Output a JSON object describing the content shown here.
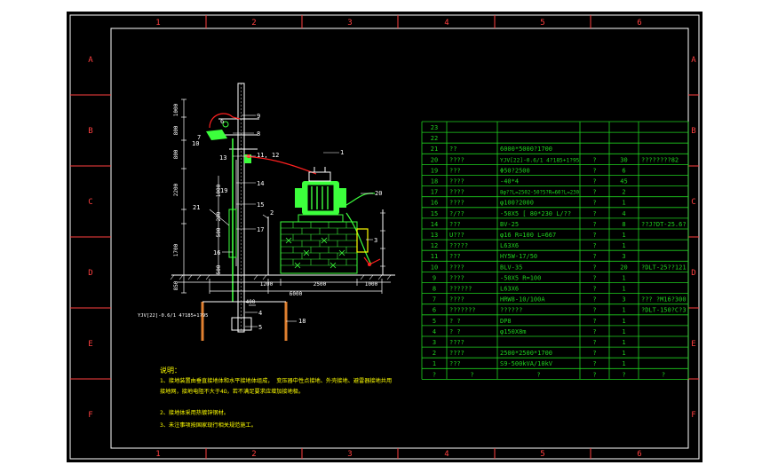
{
  "colors": {
    "background": "#000000",
    "frame": "#ffffff",
    "grid": "#ff4040",
    "table": "#1fd11f",
    "equipment": "#3cff3c",
    "ground_wire": "#ff2020",
    "notes": "#ffff00",
    "dimension": "#ffffff"
  },
  "border": {
    "columns": [
      "1",
      "2",
      "3",
      "4",
      "5",
      "6"
    ],
    "rows": [
      "A",
      "B",
      "C",
      "D",
      "E",
      "F"
    ]
  },
  "parts_table": {
    "rows": [
      {
        "no": "23",
        "name": "",
        "spec": "",
        "unit": "",
        "qty": "",
        "note": ""
      },
      {
        "no": "22",
        "name": "",
        "spec": "",
        "unit": "",
        "qty": "",
        "note": ""
      },
      {
        "no": "21",
        "name": "??",
        "spec": "6000*5000?1700",
        "unit": "",
        "qty": "",
        "note": ""
      },
      {
        "no": "20",
        "name": "????",
        "spec": "YJV[22]-0.6/1 4?185+1?95",
        "unit": "?",
        "qty": "30",
        "note": "????????82"
      },
      {
        "no": "19",
        "name": "???",
        "spec": "Φ50?2500",
        "unit": "?",
        "qty": "6",
        "note": ""
      },
      {
        "no": "18",
        "name": "????",
        "spec": "-40*4",
        "unit": "?",
        "qty": "45",
        "note": ""
      },
      {
        "no": "17",
        "name": "????",
        "spec": "8φ??L=2502-50?5?R=60?L=230",
        "unit": "?",
        "qty": "2",
        "note": ""
      },
      {
        "no": "16",
        "name": "????",
        "spec": "φ100?2000",
        "unit": "?",
        "qty": "1",
        "note": ""
      },
      {
        "no": "15",
        "name": "?/??",
        "spec": "-50X5 [ 80*230   L/??",
        "unit": "?",
        "qty": "4",
        "note": ""
      },
      {
        "no": "14",
        "name": "???",
        "spec": "BV-25",
        "unit": "?",
        "qty": "8",
        "note": "??J?DT-25.6?"
      },
      {
        "no": "13",
        "name": "U???",
        "spec": "φ16 R=100 L=667",
        "unit": "?",
        "qty": "1",
        "note": ""
      },
      {
        "no": "12",
        "name": "?????",
        "spec": "L63X6",
        "unit": "?",
        "qty": "1",
        "note": ""
      },
      {
        "no": "11",
        "name": "???",
        "spec": "HY5W-17/50",
        "unit": "?",
        "qty": "3",
        "note": ""
      },
      {
        "no": "10",
        "name": "????",
        "spec": "BLV-35",
        "unit": "?",
        "qty": "20",
        "note": "?DLT-25??121"
      },
      {
        "no": "9",
        "name": "????",
        "spec": "-50X5 R=100",
        "unit": "?",
        "qty": "1",
        "note": ""
      },
      {
        "no": "8",
        "name": "??????",
        "spec": "L63X6",
        "unit": "?",
        "qty": "1",
        "note": ""
      },
      {
        "no": "7",
        "name": "????",
        "spec": "HRW8-10/100A",
        "unit": "?",
        "qty": "3",
        "note": "??? ?M16?300"
      },
      {
        "no": "6",
        "name": "???????",
        "spec": "??????",
        "unit": "?",
        "qty": "1",
        "note": "?DLT-150?C?3"
      },
      {
        "no": "5",
        "name": "?  ?",
        "spec": "DP8",
        "unit": "?",
        "qty": "1",
        "note": ""
      },
      {
        "no": "4",
        "name": "?  ?",
        "spec": "φ150X8m",
        "unit": "?",
        "qty": "1",
        "note": ""
      },
      {
        "no": "3",
        "name": "????",
        "spec": "",
        "unit": "?",
        "qty": "1",
        "note": ""
      },
      {
        "no": "2",
        "name": "????",
        "spec": "2500*2500*1700",
        "unit": "?",
        "qty": "1",
        "note": ""
      },
      {
        "no": "1",
        "name": "???",
        "spec": "S9-500kVA/10kV",
        "unit": "?",
        "qty": "1",
        "note": ""
      }
    ],
    "footer": [
      "?",
      "?",
      "?",
      "?",
      "?",
      "?"
    ]
  },
  "drawing": {
    "callouts": [
      "1",
      "2",
      "3",
      "4",
      "5",
      "6",
      "7",
      "8",
      "9",
      "10",
      "11, 12",
      "13",
      "14",
      "15",
      "16",
      "17",
      "18",
      "19",
      "20",
      "21"
    ],
    "vertical_dims": [
      "1000",
      "800",
      "800",
      "2200",
      "1000",
      "200",
      "500",
      "1700",
      "500",
      "850"
    ],
    "horizontal_dims": [
      "1200",
      "2500",
      "1000",
      "6000",
      "400"
    ],
    "cable_label": "YJV[22]-0.6/1 4?185+1?95"
  },
  "notes": {
    "title": "说明：",
    "lines": [
      "1、接地装置由垂直接地体和水平接地体组成，  变压器中性点接地、外壳接地、避雷器接地共用",
      "接地网，接地电阻不大于4Ω，若不满足要求应增加接地极。",
      "2、接地体采用热镀锌钢材。",
      "3、未注事项按国家现行相关规范施工。"
    ]
  }
}
